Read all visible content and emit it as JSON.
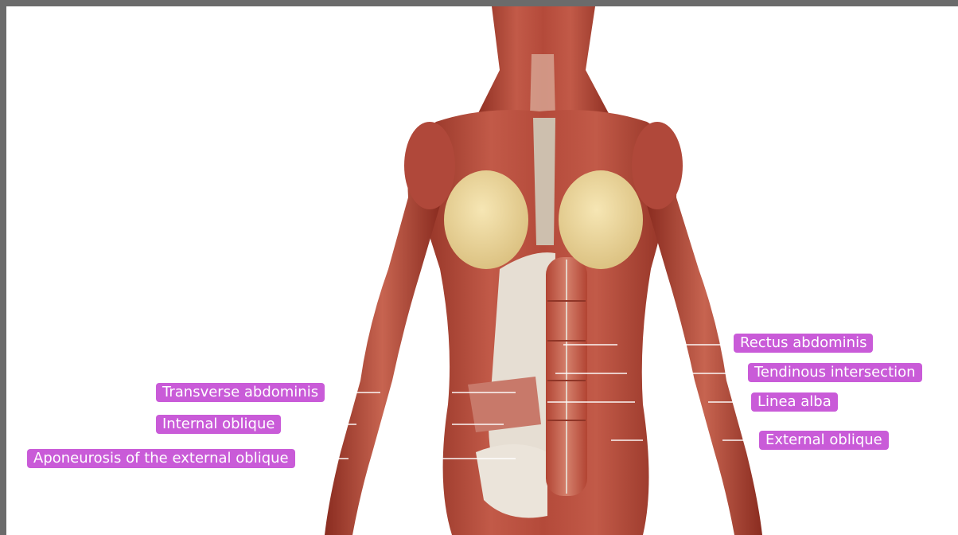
{
  "labels": {
    "rectus_abdominis": "Rectus abdominis",
    "tendinous_intersection": "Tendinous intersection",
    "linea_alba": "Linea alba",
    "external_oblique": "External oblique",
    "transverse_abdominis": "Transverse abdominis",
    "internal_oblique": "Internal oblique",
    "aponeurosis_external_oblique": "Aponeurosis of the external oblique"
  },
  "colors": {
    "label_background": "#c95bd8",
    "label_text": "#ffffff",
    "muscle": "#b84a3a",
    "aponeurosis": "#e4ddd3",
    "breast_tissue": "#eedb9e",
    "frame": "#6b6b6b"
  }
}
